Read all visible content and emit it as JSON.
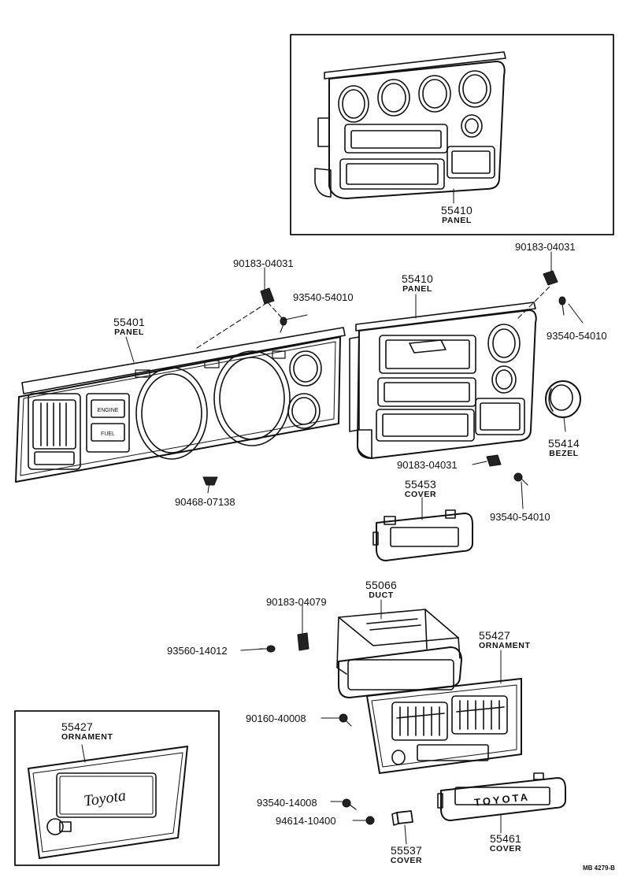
{
  "diagram_ref": "MB 4279-B",
  "parts": [
    {
      "no": "55410",
      "name": "PANEL"
    },
    {
      "no": "55410",
      "name": "PANEL"
    },
    {
      "no": "55401",
      "name": "PANEL"
    },
    {
      "no": "55414",
      "name": "BEZEL"
    },
    {
      "no": "55453",
      "name": "COVER"
    },
    {
      "no": "55066",
      "name": "DUCT"
    },
    {
      "no": "55427",
      "name": "ORNAMENT"
    },
    {
      "no": "55427",
      "name": "ORNAMENT"
    },
    {
      "no": "55461",
      "name": "COVER"
    },
    {
      "no": "55537",
      "name": "COVER"
    }
  ],
  "fasteners": [
    "90183-04031",
    "93540-54010",
    "90183-04031",
    "93540-54010",
    "90183-04031",
    "93540-54010",
    "90468-07138",
    "90183-04079",
    "93560-14012",
    "90160-40008",
    "93540-14008",
    "94614-10400"
  ],
  "gauge_labels": [
    "ENGINE",
    "FUEL"
  ],
  "ornament_script": "Toyota",
  "cover_lettering": "TOYOTA"
}
